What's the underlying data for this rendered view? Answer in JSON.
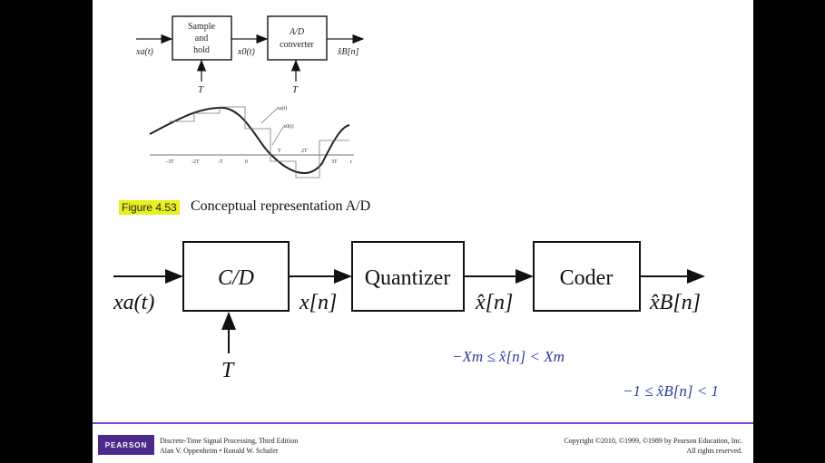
{
  "top_diagram": {
    "block1": [
      "Sample",
      "and",
      "hold"
    ],
    "block2": [
      "A/D",
      "converter"
    ],
    "input": "xa(t)",
    "middle": "x0(t)",
    "output": "x̂B[n]",
    "clock1": "T",
    "clock2": "T",
    "wave_labels": [
      "xa(t)",
      "x0(t)"
    ],
    "ticks": [
      "-3T",
      "-2T",
      "-T",
      "0",
      "T",
      "2T",
      "3T",
      "t"
    ]
  },
  "figure": {
    "tag": "Figure 4.53",
    "caption": "Conceptual representation A/D"
  },
  "main_diagram": {
    "block1": "C/D",
    "block2": "Quantizer",
    "block3": "Coder",
    "input": "xa(t)",
    "s1": "x[n]",
    "s2": "x̂[n]",
    "s3": "x̂B[n]",
    "clock": "T"
  },
  "equations": [
    "−Xm ≤ x̂[n] < Xm",
    "−1 ≤ x̂B[n] < 1"
  ],
  "footer": {
    "logo": "PEARSON",
    "book": "Discrete-Time Signal Processing, Third Edition",
    "authors": "Alan V. Oppenheim • Ronald W. Schafer",
    "copyright": "Copyright ©2010, ©1999, ©1989 by Pearson Education, Inc.",
    "rights": "All rights reserved."
  },
  "colors": {
    "highlight": "#e8f020",
    "equation": "#2b3d9c",
    "rule": "#7a4cc8",
    "logo": "#4b2a8a"
  }
}
